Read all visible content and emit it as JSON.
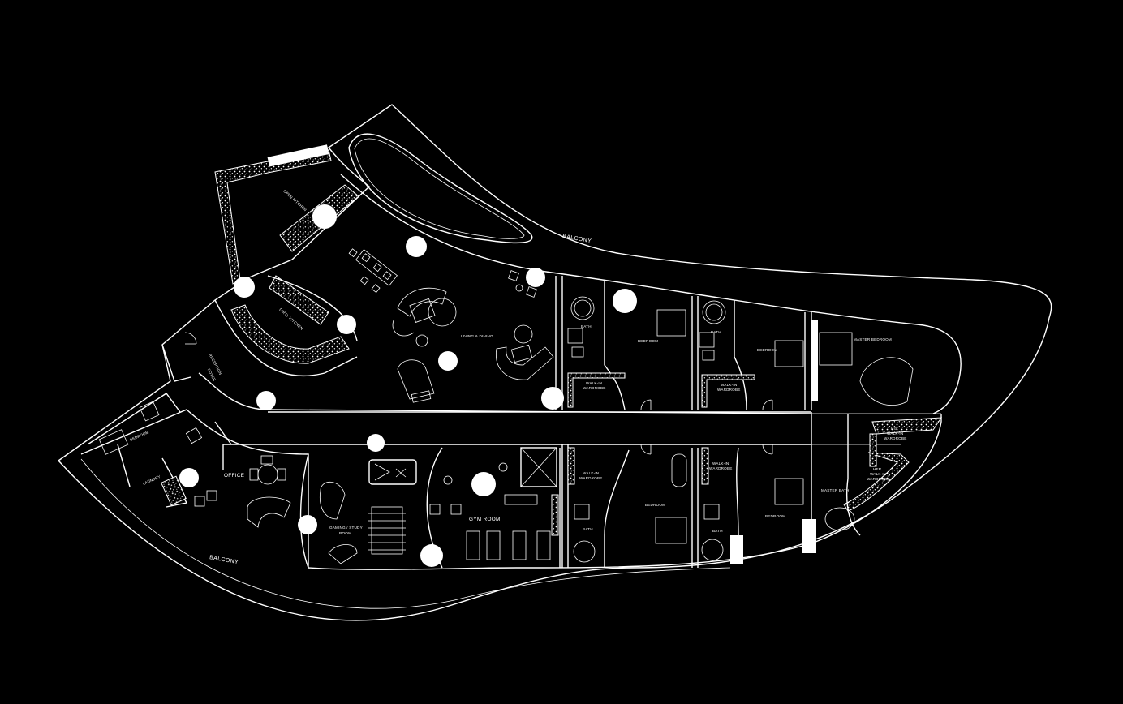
{
  "colors": {
    "background": "#000000",
    "linework": "#ffffff"
  },
  "labels": {
    "balcony_top": "BALCONY",
    "balcony_bottom": "BALCONY",
    "open_kitchen": "OPEN KITCHEN",
    "dirty_kitchen": "DIRTY KITCHEN",
    "reception": "RECEPTION",
    "foyer": "FOYER",
    "living_dining": "LIVING & DINING",
    "bath_1": "BATH",
    "bedroom_1": "BEDROOM",
    "bath_2": "BATH",
    "walkin_1": "WALK-IN",
    "wardrobe_1": "WARDROBE",
    "walkin_2": "WALK-IN",
    "wardrobe_2": "WARDROBE",
    "bedroom_2": "BEDROOM",
    "master_bedroom": "MASTER BEDROOM",
    "his_walkin_1": "HIS",
    "his_walkin_2": "WALK-IN",
    "his_walkin_3": "WARDROBE",
    "her_walkin_1": "HER",
    "her_walkin_2": "WALK-IN",
    "her_walkin_3": "WARDROBE",
    "bedroom_staff": "BEDROOM",
    "laundry": "LAUNDRY",
    "office": "OFFICE",
    "gaming_1": "GAMING / STUDY",
    "gaming_2": "ROOM",
    "gym": "GYM ROOM",
    "walkin_3": "WALK-IN",
    "wardrobe_3": "WARDROBE",
    "walkin_4": "WALK-IN",
    "wardrobe_4": "WARDROBE",
    "bath_3": "BATH",
    "bedroom_3": "BEDROOM",
    "bath_4": "BATH",
    "bedroom_4": "BEDROOM",
    "master_bath": "MASTER BATH"
  },
  "markers": {
    "count": 18
  }
}
